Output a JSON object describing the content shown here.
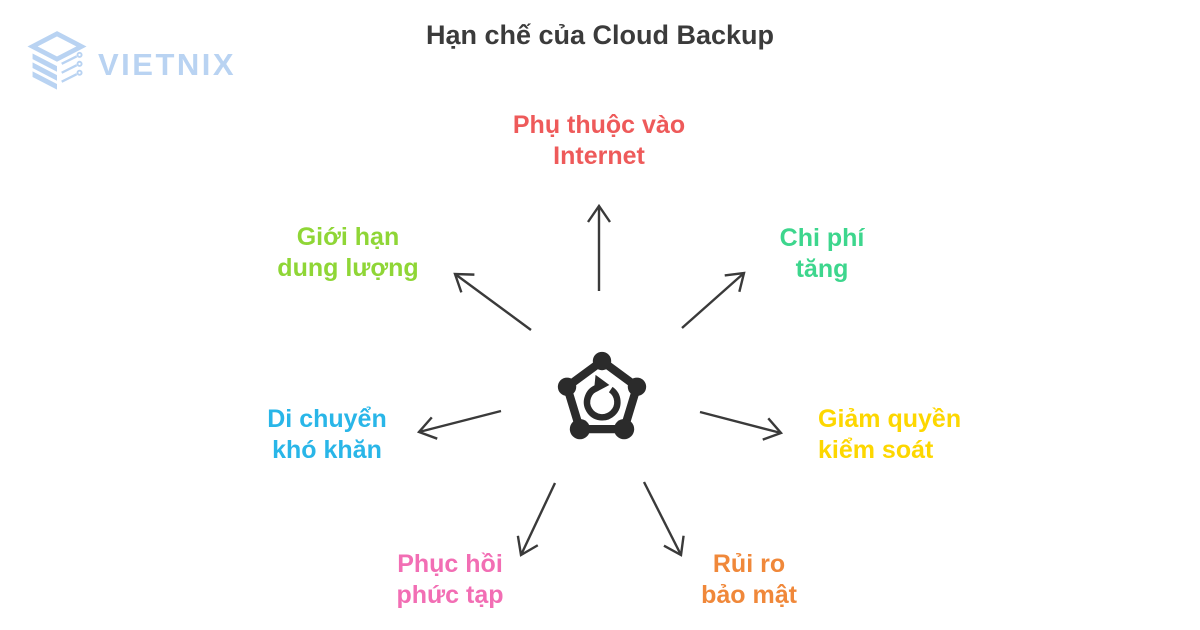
{
  "page": {
    "background": "#ffffff"
  },
  "logo": {
    "text": "VIETNIX",
    "color": "#b9d3f2",
    "icon": "vietnix-stack-icon"
  },
  "title": {
    "text": "Hạn chế của Cloud Backup",
    "color": "#3b3b3b"
  },
  "center": {
    "icon": "pentagon-restore-icon",
    "color": "#2b2b2b"
  },
  "arrows": {
    "color": "#3a3a3a",
    "count": 7,
    "style": "thin line with open V head, radiating from center"
  },
  "items": [
    {
      "id": "phu-thuoc-vao-internet",
      "line1": "Phụ thuộc vào",
      "line2": "Internet",
      "color": "#ee5a5a",
      "position": "top"
    },
    {
      "id": "chi-phi-tang",
      "line1": "Chi phí",
      "line2": "tăng",
      "color": "#3dd68d",
      "position": "top-right"
    },
    {
      "id": "giam-quyen-kiem-soat",
      "line1": "Giảm quyền",
      "line2": "kiểm soát",
      "color": "#fdd700",
      "position": "right"
    },
    {
      "id": "rui-ro-bao-mat",
      "line1": "Rủi ro",
      "line2": "bảo mật",
      "color": "#f0883a",
      "position": "bottom-right"
    },
    {
      "id": "phuc-hoi-phuc-tap",
      "line1": "Phục hồi",
      "line2": "phức tạp",
      "color": "#f26eb4",
      "position": "bottom-left"
    },
    {
      "id": "di-chuyen-kho-khan",
      "line1": "Di chuyển",
      "line2": "khó khăn",
      "color": "#29b6e8",
      "position": "left"
    },
    {
      "id": "gioi-han-dung-luong",
      "line1": "Giới hạn",
      "line2": "dung lượng",
      "color": "#8fd636",
      "position": "top-left"
    }
  ]
}
